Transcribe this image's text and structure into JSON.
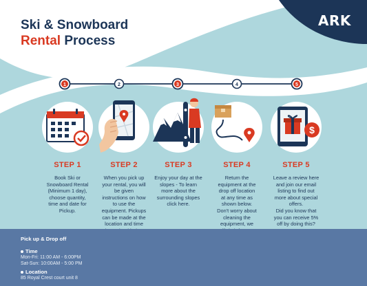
{
  "brand": {
    "logo": "ARK"
  },
  "title": {
    "line1": "Ski & Snowboard",
    "accent": "Rental",
    "rest": "Process"
  },
  "colors": {
    "navy": "#1c3557",
    "accent": "#d93a22",
    "light_blue": "#aed7dd",
    "footer": "#5978a4"
  },
  "steps": [
    {
      "number": "1",
      "label": "STEP 1",
      "icon": "calendar-icon",
      "text": "Book Ski or\nSnowboard Rental\n(Minimum 1 day),\nchoose quantity,\ntime and date for\nPickup."
    },
    {
      "number": "2",
      "label": "STEP 2",
      "icon": "map-phone-icon",
      "text": "When you pick up\nyour rental, you will\nbe given\ninstructions on how\nto use the\nequipment. Pickups\ncan be made at the\nlocation and time\ndetermined below."
    },
    {
      "number": "3",
      "label": "STEP 3",
      "icon": "snowboarder-icon",
      "text": "Enjoy your day at the\nslopes - To learn\nmore about the\nsurrounding slopes\nclick here."
    },
    {
      "number": "4",
      "label": "STEP 4",
      "icon": "delivery-route-icon",
      "text": "Return the\nequipment at the\ndrop off location\nat any time as\nshown below.\nDon't worry about\ncleaning the\nequipment, we\nwill do ir for you!"
    },
    {
      "number": "5",
      "label": "STEP 5",
      "icon": "gift-discount-icon",
      "text": "Leave a review here\nand join our email\nlisting to find out\nmore about special\noffers.\nDid you know that\nyou can receive 5%\noff by doing this?"
    }
  ],
  "footer": {
    "heading": "Pick up & Drop off",
    "time_label": "Time",
    "time_lines": [
      "Mon-Fri: 11:00 AM - 6:00PM",
      "Sat-Sun: 10:00AM - 5:00 PM"
    ],
    "location_label": "Location",
    "location_lines": [
      "85 Royal Crest court unit 8"
    ]
  }
}
